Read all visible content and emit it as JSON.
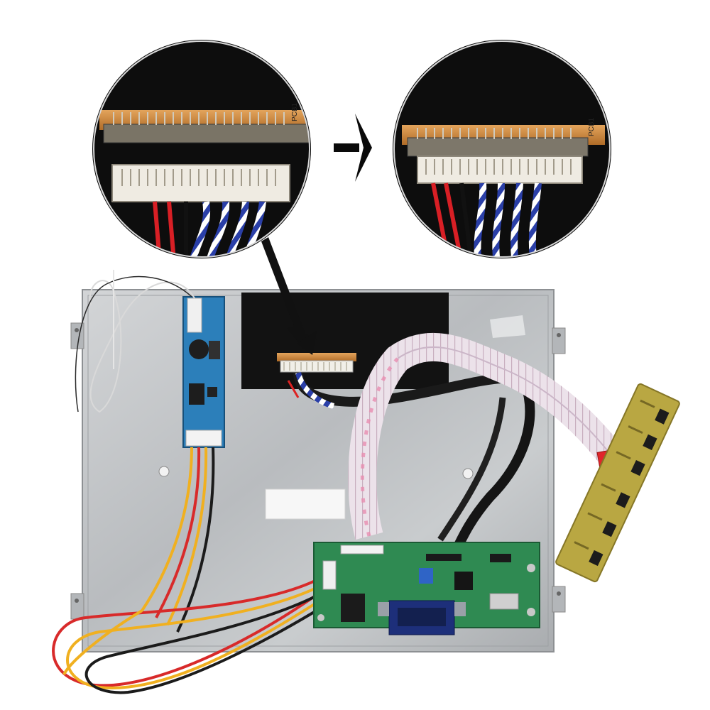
{
  "photo": {
    "subject": "lcd-panel-with-controller-board",
    "zoom_callouts": [
      {
        "state": "disconnected"
      },
      {
        "state": "connected"
      }
    ],
    "process_arrow_icon": "arrow-right-icon"
  },
  "markings": {
    "fpc_label_left": "PCB1",
    "fpc_label_right": "PCB1"
  },
  "colors": {
    "background": "#ffffff",
    "metal_panel": "#bfc2c5",
    "black_tape": "#111111",
    "pcb_green": "#2f8a52",
    "keypad_pcb": "#b8a53c",
    "inverter_pcb": "#2b7fb8",
    "ribbon_cable": "#e9dbe6",
    "kapton": "#c9863a"
  }
}
